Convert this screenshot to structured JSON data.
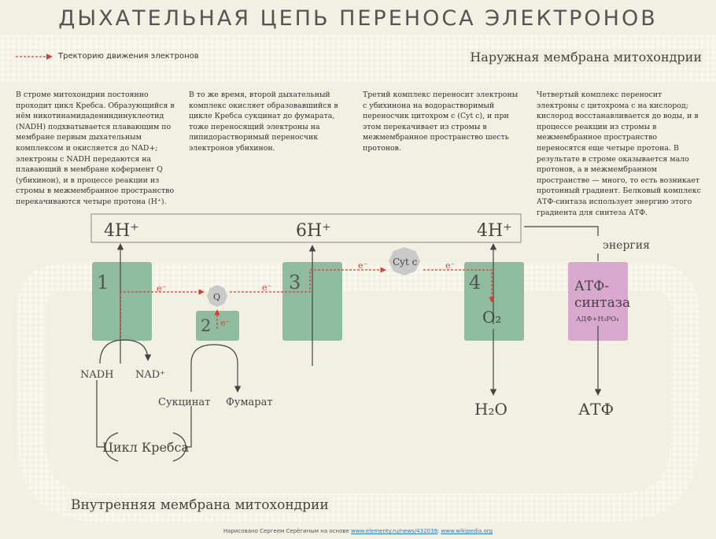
{
  "title": "ДЫХАТЕЛЬНАЯ ЦЕПЬ ПЕРЕНОСА ЭЛЕКТРОНОВ",
  "legend": {
    "label": "Тректорию движения электронов"
  },
  "outer_membrane_label": "Наружная мембрана митохондрии",
  "inner_membrane_label": "Внутренняя мембрана митохондрии",
  "descriptions": [
    "В строме митохондрии постоянно проходит цикл Кребса. Образующийся в нём никотинамидадениндинуклеотид (NADH) подхватывается плавающим по мембране первым дыхательным комплексом и окисляется до NAD+; электроны с NADH передаются на плавающий в мембране кофермент Q (убихинон), и в процессе реакции из стромы в межмембранное пространство перекачиваются четыре протона (H⁺).",
    "В то же время, второй дыхательный комплекс окисляет образовавшийся в цикле Кребса сукцинат до фумарата, тоже переносящий электроны на липидорастворимый переносчик электронов убихинон.",
    "Третий комплекс переносит электроны с убихинона на водорастворимый переносчик цитохром c (Cyt c), и при этом перекачивает из стромы в межмембранное пространство шесть протонов.",
    "Четвертый комплекс переносит электроны с цитохрома c на кислород; кислород восстанавливается до воды, и в процессе реакции из стромы в межмембранное пространство переносятся еще четыре протона. В результате в строме оказывается мало протонов, а в межмембранном пространстве — много, то есть возникает протонный градиент. Белковый комплекс АТФ-синтаза использует энергию этого градиента для синтеза АТФ."
  ],
  "complexes": [
    {
      "label": "1"
    },
    {
      "label": "2"
    },
    {
      "label": "3"
    },
    {
      "label": "4"
    }
  ],
  "atp_synthase": {
    "line1": "АТФ-",
    "line2": "синтаза",
    "reaction": "АДФ+H₃PO₄"
  },
  "carriers": {
    "q": "Q",
    "cyt_c": "Cyt c"
  },
  "protons": [
    "4H⁺",
    "6H⁺",
    "4H⁺"
  ],
  "electron_label": "e⁻",
  "labels": {
    "nadh": "NADH",
    "nad": "NAD⁺",
    "succinate": "Сукцинат",
    "fumarate": "Фумарат",
    "krebs": "Цикл Кребса",
    "o2": "O₂",
    "h2o": "H₂O",
    "atp": "АТФ",
    "energy": "энергия"
  },
  "credit": {
    "prefix": "Нарисовано Сергеем Серёгиным на основе",
    "link1": "www.elementy.ru/news/432039",
    "sep": ";",
    "link2": "www.wikipedia.org"
  },
  "colors": {
    "background": "#f2efe3",
    "membrane_dots": "#f9f7ee",
    "complex": "#8fbb9f",
    "atp_synthase": "#d8a8cf",
    "carrier": "#c9c9c9",
    "electron_path": "#e03c2e",
    "line": "#444444"
  }
}
